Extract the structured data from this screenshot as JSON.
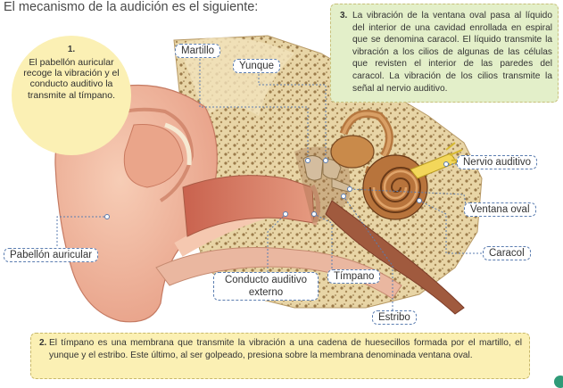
{
  "title": "El mecanismo de la audición es el siguiente:",
  "step1": {
    "number": "1.",
    "text": "El pabellón auricular recoge la vibración y el conducto auditivo la transmite al tímpano."
  },
  "step2": {
    "number": "2.",
    "text": "El tímpano es una membrana que transmite la vibración a una cadena de huesecillos formada por el martillo, el yunque y el estribo. Este último, al ser golpeado, presiona sobre la membrana denominada ventana oval."
  },
  "step3": {
    "number": "3.",
    "text": "La vibración de la ventana oval pasa al líquido del interior de una cavidad enrollada en espiral que se denomina caracol. El líquido transmite la vibración a los cilios de algunas de las células que revisten el interior de las paredes del caracol. La vibración de los cilios transmite la señal al nervio auditivo."
  },
  "labels": {
    "martillo": "Martillo",
    "yunque": "Yunque",
    "nervio": "Nervio auditivo",
    "ventana": "Ventana oval",
    "caracol": "Caracol",
    "pabellon": "Pabellón auricular",
    "conducto": "Conducto auditivo externo",
    "timpano": "Tímpano",
    "estribo": "Estribo"
  },
  "colors": {
    "skin": "#f2b9a0",
    "bone": "#e9d6a8",
    "cochlea": "#b8743c",
    "leader": "#5b7db0",
    "yellow_box": "#fbf0b4",
    "green_box": "#e3efc9"
  }
}
